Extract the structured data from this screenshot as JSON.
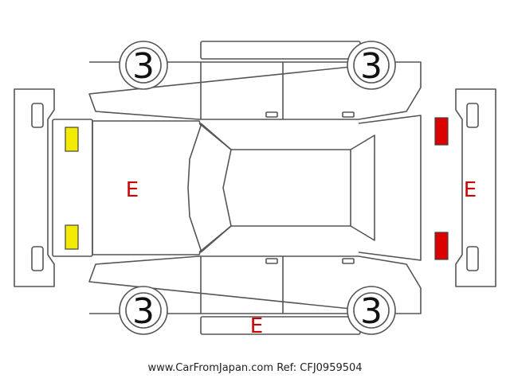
{
  "colors": {
    "outline": "#555555",
    "grade_text": "#cc0000",
    "yellow_mark": "#f2ea00",
    "red_mark": "#dd0000"
  },
  "tyres": {
    "front_left": "3",
    "front_right": "3",
    "rear_left": "3",
    "rear_right": "3"
  },
  "grades": {
    "front": "E",
    "rear": "E",
    "bottom": "E"
  },
  "markers": {
    "front_lights": "yellow",
    "rear_lights": "red"
  },
  "footer": {
    "site": "www.CarFromJapan.com",
    "ref": "Ref: CFJ0959504"
  }
}
